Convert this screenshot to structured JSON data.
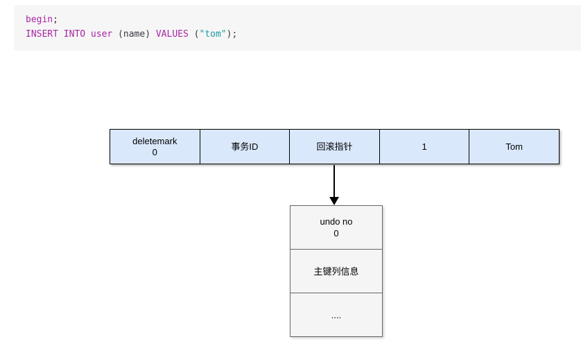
{
  "colors": {
    "keyword": "#a626a4",
    "string": "#1a9aa8",
    "code_text": "#383a42",
    "code_bg": "#f6f6f6",
    "row_fill": "#dae8fc",
    "row_border": "#000000",
    "undo_fill": "#f5f5f5",
    "undo_border": "#666666"
  },
  "code": {
    "lines": [
      {
        "tokens": [
          {
            "text": "begin",
            "type": "keyword"
          },
          {
            "text": ";",
            "type": "plain"
          }
        ]
      },
      {
        "tokens": [
          {
            "text": "INSERT INTO",
            "type": "keyword"
          },
          {
            "text": " ",
            "type": "plain"
          },
          {
            "text": "user",
            "type": "keyword"
          },
          {
            "text": " (name) ",
            "type": "plain"
          },
          {
            "text": "VALUES",
            "type": "keyword"
          },
          {
            "text": " (",
            "type": "plain"
          },
          {
            "text": "\"tom\"",
            "type": "string"
          },
          {
            "text": ");",
            "type": "plain"
          }
        ]
      }
    ]
  },
  "diagram": {
    "record_row_cells": [
      {
        "lines": [
          "deletemark",
          "0"
        ]
      },
      {
        "lines": [
          "事务ID"
        ]
      },
      {
        "lines": [
          "回滚指针"
        ]
      },
      {
        "lines": [
          "1"
        ]
      },
      {
        "lines": [
          "Tom"
        ]
      }
    ],
    "arrow": "down-arrow from rollback-pointer cell to undo log",
    "undo_log_cells": [
      {
        "lines": [
          "undo no",
          "0"
        ]
      },
      {
        "lines": [
          "主键列信息"
        ]
      },
      {
        "lines": [
          "...."
        ]
      }
    ]
  }
}
